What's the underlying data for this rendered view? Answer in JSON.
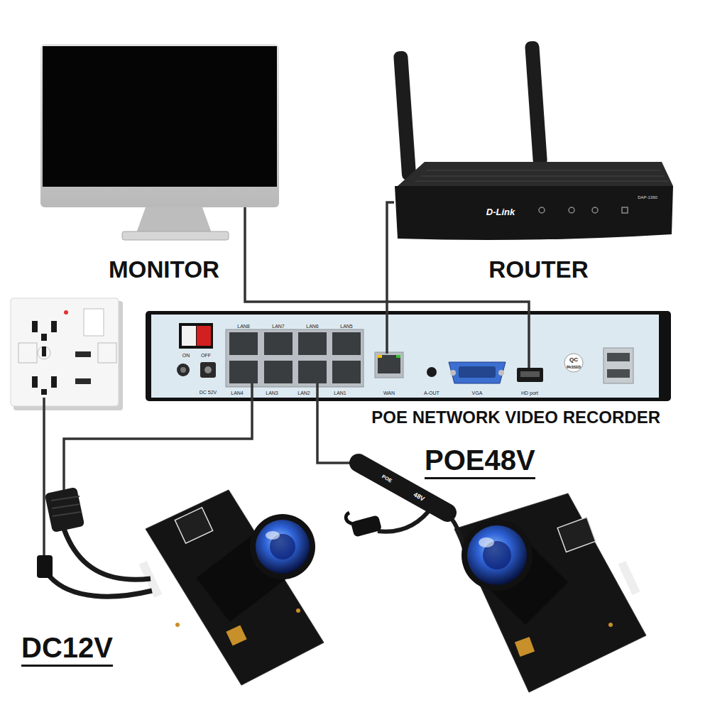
{
  "diagram": {
    "nodes": [
      {
        "text": [
          "MONITOR"
        ]
      },
      {
        "text": [
          "ROUTER"
        ]
      },
      {
        "text": [
          "POE NETWORK VIDEO RECORDER"
        ]
      },
      {
        "text": [
          "DC12V"
        ]
      },
      {
        "text": [
          "POE48V"
        ]
      }
    ],
    "edges": [
      {
        "from": 0,
        "to": 2,
        "arrow": "none"
      },
      {
        "from": 1,
        "to": 2,
        "arrow": "none"
      },
      {
        "from": 2,
        "to": 3,
        "arrow": "none"
      },
      {
        "from": 2,
        "to": 4,
        "arrow": "none"
      }
    ],
    "labels": [
      "LAN8",
      "LAN7",
      "LAN6",
      "LAN5",
      "LAN4",
      "LAN3",
      "LAN2",
      "LAN1",
      "ON",
      "OFF",
      "DC 52V",
      "WAN",
      "A-OUT",
      "VGA",
      "HD port",
      "QC",
      "PASSED",
      "D-Link",
      "DAP-1360",
      "POE",
      "48V"
    ]
  }
}
